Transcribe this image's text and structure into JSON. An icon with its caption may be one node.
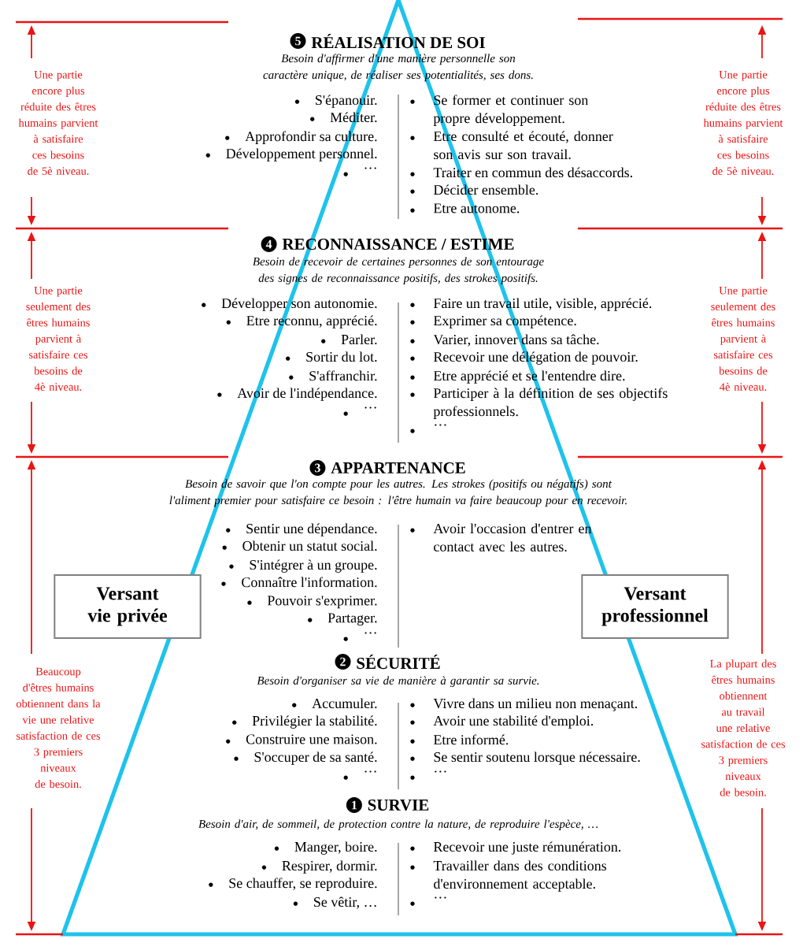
{
  "diagram": {
    "nodes": [
      {
        "text": [
          "Versant vie privée"
        ]
      },
      {
        "text": [
          "Versant professionnel"
        ]
      }
    ],
    "labels": [
      "Une partie encore plus réduite des êtres humains parvient à satisfaire ces besoins de 5è niveau.",
      "5",
      "RÉALISATION DE SOI",
      "Besoin d'affirmer d'une manière personnelle son caractère unique, de réaliser ses potentialités, ses dons.",
      "S'épanouir.",
      "Méditer.",
      "Approfondir sa culture.",
      "Développement personnel.",
      "…",
      "Se former et continuer son propre développement.",
      "Etre consulté et écouté, donner son avis sur son travail.",
      "Traiter en commun des désaccords.",
      "Décider ensemble.",
      "Etre autonome.",
      "Une partie encore plus réduite des êtres humains parvient à satisfaire ces besoins de 5è niveau.",
      "Une partie seulement des êtres humains parvient à satisfaire ces besoins de 4è niveau.",
      "4",
      "RECONNAISSANCE / ESTIME",
      "Besoin de recevoir de certaines personnes de son entourage des signes de reconnaissance positifs, des strokes positifs.",
      "Développer son autonomie.",
      "Etre reconnu, apprécié.",
      "Parler.",
      "Sortir du lot.",
      "S'affranchir.",
      "Avoir de l'indépendance.",
      "…",
      "Faire un travail utile, visible, apprécié.",
      "Exprimer sa compétence.",
      "Varier, innover dans sa tâche.",
      "Recevoir une délégation de pouvoir.",
      "Etre apprécié et se l'entendre dire.",
      "Participer à la définition de ses objectifs professionnels.",
      "…",
      "Une partie seulement des êtres humains parvient à satisfaire ces besoins de 4è niveau.",
      "3",
      "APPARTENANCE",
      "Besoin de savoir que l'on compte pour les autres. Les strokes (positifs ou négatifs) sont l'aliment premier pour satisfaire ce besoin : l'être humain va faire beaucoup pour en recevoir.",
      "Sentir une dépendance.",
      "Obtenir un statut social.",
      "S'intégrer à un groupe.",
      "Connaître l'information.",
      "Pouvoir s'exprimer.",
      "Partager.",
      "…",
      "Avoir l'occasion d'entrer en contact avec les autres.",
      "Beaucoup d'êtres humains obtiennent dans la vie une relative satisfaction de ces 3 premiers niveaux de besoin.",
      "2",
      "SÉCURITÉ",
      "Besoin d'organiser sa vie de manière à garantir sa survie.",
      "Accumuler.",
      "Privilégier la stabilité.",
      "Construire une maison.",
      "S'occuper de sa santé.",
      "…",
      "Vivre dans un milieu non menaçant.",
      "Avoir une stabilité d'emploi.",
      "Etre informé.",
      "Se sentir soutenu lorsque nécessaire.",
      "…",
      "La plupart des êtres humains obtiennent au travail une relative satisfaction de ces 3 premiers niveaux de besoin.",
      "1",
      "SURVIE",
      "Besoin d'air, de sommeil, de protection contre la nature, de reproduire l'espèce, …",
      "Manger, boire.",
      "Respirer, dormir.",
      "Se chauffer, se reproduire.",
      "Se vêtir, …",
      "Recevoir une juste rémunération.",
      "Travailler dans des conditions d'environnement acceptable.",
      "…"
    ]
  }
}
